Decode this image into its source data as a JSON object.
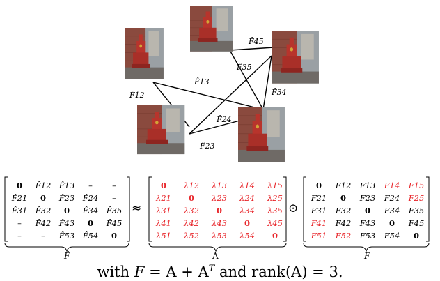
{
  "graph": {
    "edges": [
      {
        "id": "12",
        "label": "F̂12"
      },
      {
        "id": "13",
        "label": "F̂13"
      },
      {
        "id": "23",
        "label": "F̂23"
      },
      {
        "id": "24",
        "label": "F̂24"
      },
      {
        "id": "34",
        "label": "F̂34"
      },
      {
        "id": "35",
        "label": "F̂35"
      },
      {
        "id": "45",
        "label": "F̂45"
      }
    ]
  },
  "matrices": {
    "fhat": {
      "rows": [
        [
          "0",
          "F̂12",
          "F̂13",
          "–",
          "–"
        ],
        [
          "F̂21",
          "0",
          "F̂23",
          "F̂24",
          "–"
        ],
        [
          "F̂31",
          "F̂32",
          "0",
          "F̂34",
          "F̂35"
        ],
        [
          "–",
          "F̂42",
          "F̂43",
          "0",
          "F̂45"
        ],
        [
          "–",
          "–",
          "F̂53",
          "F̂54",
          "0"
        ]
      ],
      "label": "F̂"
    },
    "approx_symbol": "≈",
    "lambda": {
      "rows": [
        [
          "0",
          "λ12",
          "λ13",
          "λ14",
          "λ15"
        ],
        [
          "λ21",
          "0",
          "λ23",
          "λ24",
          "λ25"
        ],
        [
          "λ31",
          "λ32",
          "0",
          "λ34",
          "λ35"
        ],
        [
          "λ41",
          "λ42",
          "λ43",
          "0",
          "λ45"
        ],
        [
          "λ51",
          "λ52",
          "λ53",
          "λ54",
          "0"
        ]
      ],
      "label": "Λ",
      "color": "#e8262b"
    },
    "odot_symbol": "⊙",
    "f": {
      "rows": [
        [
          "0",
          "F12",
          "F13",
          "F14",
          "F15"
        ],
        [
          "F21",
          "0",
          "F23",
          "F24",
          "F25"
        ],
        [
          "F31",
          "F32",
          "0",
          "F34",
          "F35"
        ],
        [
          "F41",
          "F42",
          "F43",
          "0",
          "F45"
        ],
        [
          "F51",
          "F52",
          "F53",
          "F54",
          "0"
        ]
      ],
      "red_cells": [
        "0-3",
        "0-4",
        "1-4",
        "3-0",
        "4-0",
        "4-1"
      ],
      "label": "F",
      "highlight_color": "#e8262b"
    }
  },
  "caption": {
    "prefix": "with ",
    "eq_lhs": "F",
    "eq_mid": " = A + A",
    "eq_sup": "T",
    "and_text": " and rank(A) = 3."
  },
  "colors": {
    "brick": "#8a4a3e",
    "fountain_red": "#b8342c",
    "sky": "#c9c6c0",
    "pavement": "#6f6a66"
  }
}
